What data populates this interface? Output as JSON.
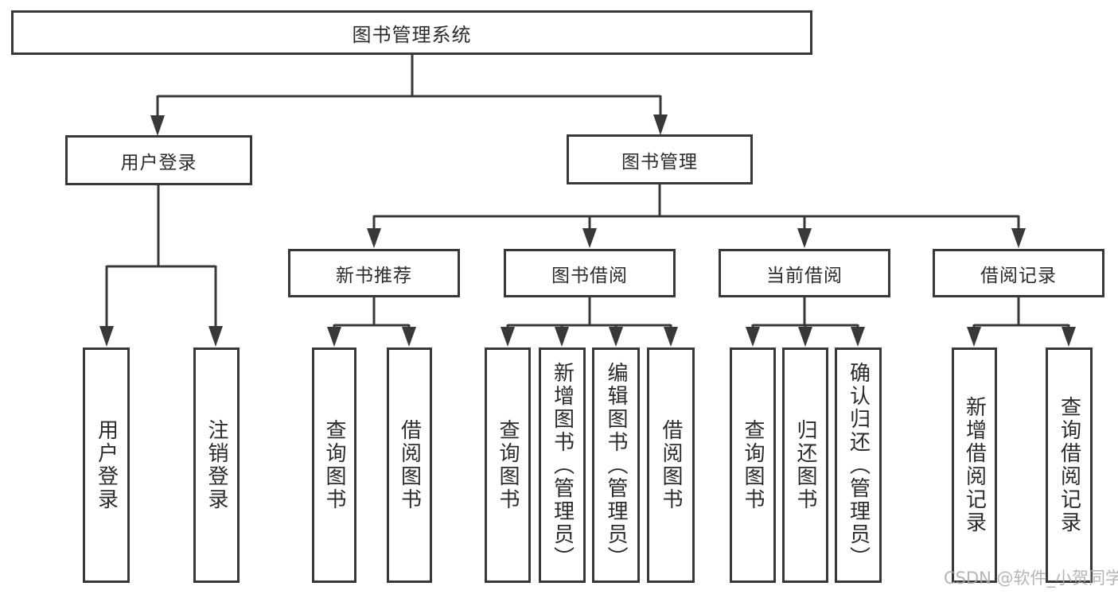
{
  "tree": {
    "label": "图书管理系统",
    "children": [
      {
        "label": "用户登录",
        "children": [
          {
            "label": "用户登录"
          },
          {
            "label": "注销登录"
          }
        ]
      },
      {
        "label": "图书管理",
        "children": [
          {
            "label": "新书推荐",
            "children": [
              {
                "label": "查询图书"
              },
              {
                "label": "借阅图书"
              }
            ]
          },
          {
            "label": "图书借阅",
            "children": [
              {
                "label": "查询图书"
              },
              {
                "label": "新增图书（管理员）"
              },
              {
                "label": "编辑图书（管理员）"
              },
              {
                "label": "借阅图书"
              }
            ]
          },
          {
            "label": "当前借阅",
            "children": [
              {
                "label": "查询图书"
              },
              {
                "label": "归还图书"
              },
              {
                "label": "确认归还（管理员）"
              }
            ]
          },
          {
            "label": "借阅记录",
            "children": [
              {
                "label": "新增借阅记录"
              },
              {
                "label": "查询借阅记录"
              }
            ]
          }
        ]
      }
    ]
  },
  "watermark": "CSDN @软件_小贺同学",
  "colors": {
    "line": "#383838",
    "text": "#2b2b2b",
    "background": "#ffffff",
    "watermark": "#a8a8a8"
  }
}
